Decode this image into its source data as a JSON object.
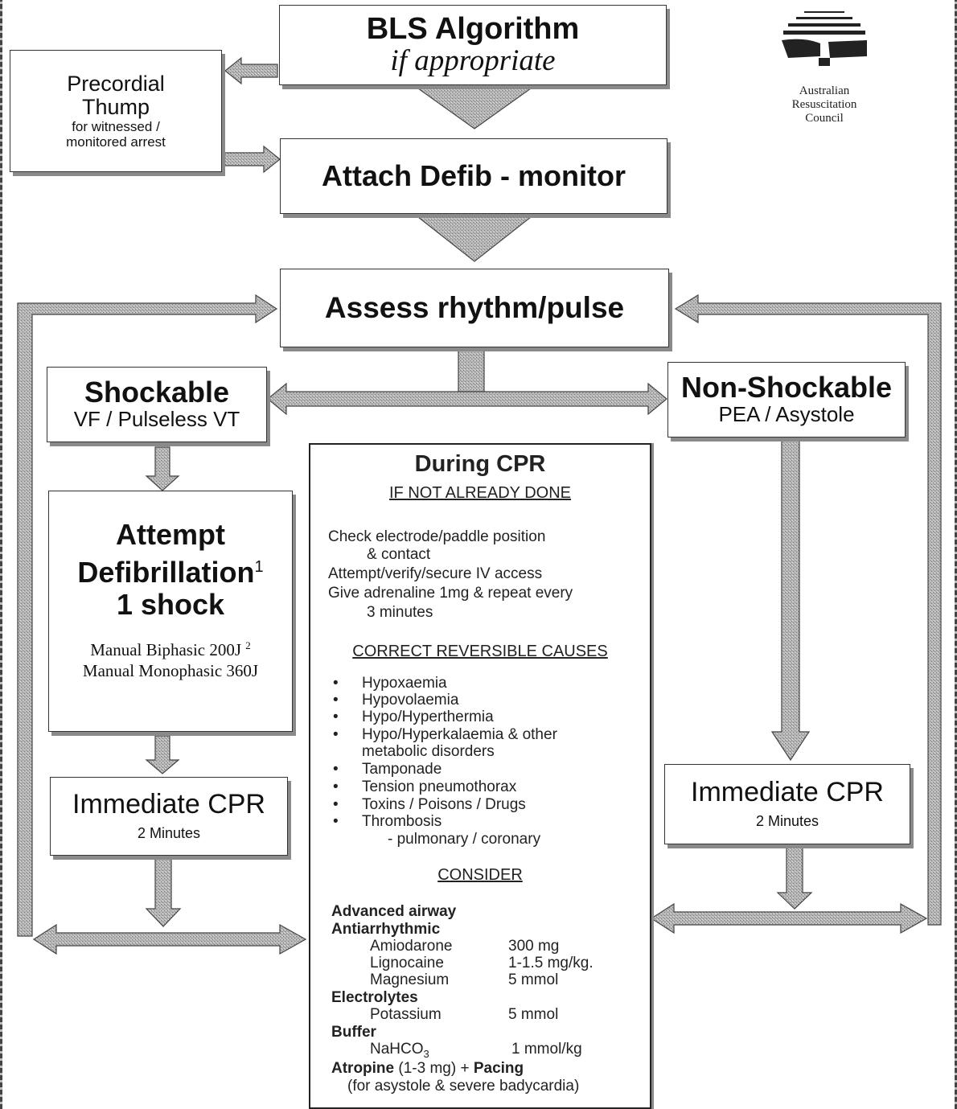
{
  "logo": {
    "name": "Australian Resuscitation Council",
    "lines": [
      "Australian",
      "Resuscitation",
      "Council"
    ]
  },
  "bls": {
    "title": "BLS Algorithm",
    "subtitle": "if appropriate"
  },
  "thump": {
    "title_line1": "Precordial",
    "title_line2": "Thump",
    "note_line1": "for witnessed /",
    "note_line2": "monitored arrest"
  },
  "defib_monitor": {
    "label": "Attach Defib - monitor"
  },
  "assess": {
    "label": "Assess rhythm/pulse"
  },
  "shockable": {
    "title": "Shockable",
    "subtitle": "VF / Pulseless VT"
  },
  "non_shockable": {
    "title": "Non-Shockable",
    "subtitle": "PEA / Asystole"
  },
  "attempt": {
    "line1": "Attempt",
    "line2": "Defibrillation",
    "sup": "1",
    "line3": "1 shock",
    "biphasic": "Manual Biphasic 200J",
    "biphasic_sup": "2",
    "monophasic": "Manual Monophasic 360J"
  },
  "cpr_left": {
    "title": "Immediate CPR",
    "duration": "2 Minutes"
  },
  "cpr_right": {
    "title": "Immediate CPR",
    "duration": "2 Minutes"
  },
  "during_cpr": {
    "title": "During CPR",
    "section1": "IF NOT ALREADY DONE",
    "check1": "Check electrode/paddle position",
    "check1b": "& contact",
    "check2": "Attempt/verify/secure IV access",
    "check3": "Give adrenaline 1mg & repeat every",
    "check3b": "3 minutes",
    "section2": "CORRECT REVERSIBLE CAUSES",
    "causes": [
      "Hypoxaemia",
      "Hypovolaemia",
      "Hypo/Hyperthermia",
      "Hypo/Hyperkalaemia & other",
      "Tamponade",
      "Tension pneumothorax",
      "Toxins / Poisons / Drugs",
      "Thrombosis"
    ],
    "causes_cont_metabolic": "metabolic disorders",
    "causes_cont_thrombosis": "- pulmonary / coronary",
    "section3": "CONSIDER",
    "airway": "Advanced airway",
    "antiarrhythmic": "Antiarrhythmic",
    "drugs": [
      {
        "name": "Amiodarone",
        "dose": "300 mg"
      },
      {
        "name": "Lignocaine",
        "dose": "1-1.5 mg/kg."
      },
      {
        "name": "Magnesium",
        "dose": "5 mmol"
      }
    ],
    "electrolytes": "Electrolytes",
    "potassium": {
      "name": "Potassium",
      "dose": "5 mmol"
    },
    "buffer": "Buffer",
    "nahco3": {
      "name": "NaHCO",
      "sub": "3",
      "dose": "1 mmol/kg"
    },
    "atropine_a": "Atropine",
    "atropine_b": " (1-3 mg) + ",
    "atropine_c": "Pacing",
    "atropine_note": "(for asystole & severe badycardia)"
  },
  "colors": {
    "arrow_fill": "#a8a8a8",
    "box_shadow": "#8a8a8a",
    "border": "#333333"
  }
}
